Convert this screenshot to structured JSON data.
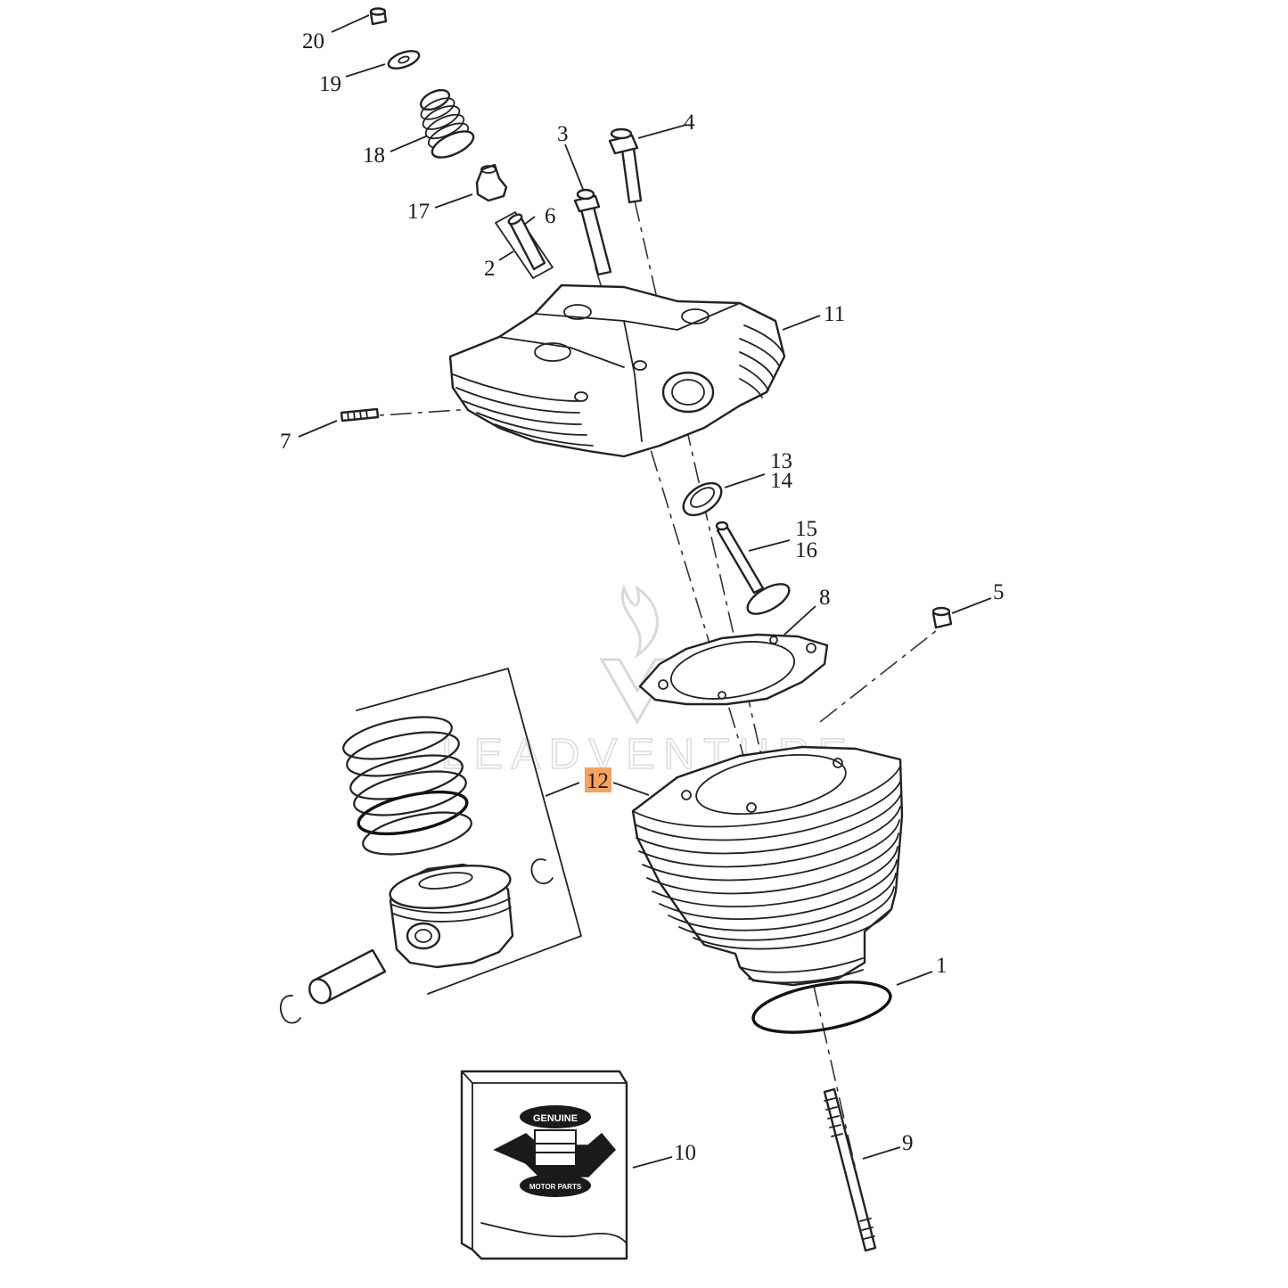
{
  "diagram": {
    "callouts": [
      {
        "id": "1",
        "text": "1"
      },
      {
        "id": "2",
        "text": "2"
      },
      {
        "id": "3",
        "text": "3"
      },
      {
        "id": "4",
        "text": "4"
      },
      {
        "id": "5",
        "text": "5"
      },
      {
        "id": "6",
        "text": "6"
      },
      {
        "id": "7",
        "text": "7"
      },
      {
        "id": "8",
        "text": "8"
      },
      {
        "id": "9",
        "text": "9"
      },
      {
        "id": "10",
        "text": "10"
      },
      {
        "id": "11",
        "text": "11"
      },
      {
        "id": "12",
        "text": "12",
        "highlighted": true
      },
      {
        "id": "13",
        "text": "13"
      },
      {
        "id": "14",
        "text": "14"
      },
      {
        "id": "15",
        "text": "15"
      },
      {
        "id": "16",
        "text": "16"
      },
      {
        "id": "17",
        "text": "17"
      },
      {
        "id": "18",
        "text": "18"
      },
      {
        "id": "19",
        "text": "19"
      },
      {
        "id": "20",
        "text": "20"
      }
    ],
    "highlight_color": "#f6a25b",
    "watermark_text": "LEADVENTURE",
    "box_logo": {
      "top": "GENUINE",
      "bottom": "MOTOR PARTS"
    }
  }
}
